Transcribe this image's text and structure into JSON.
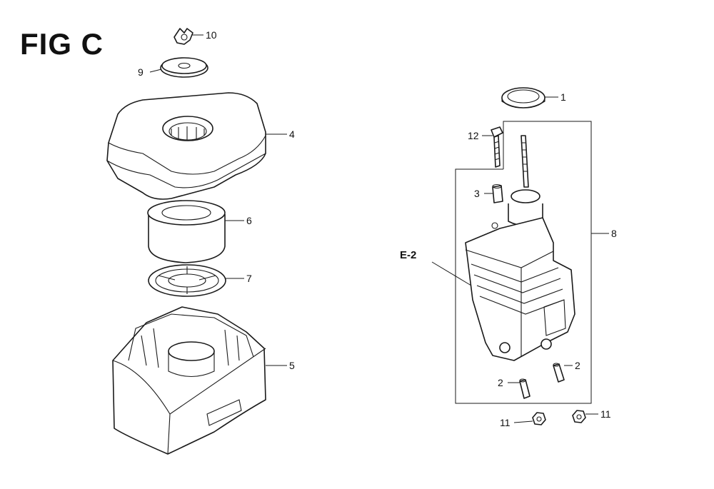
{
  "figure": {
    "title": "FIG C"
  },
  "callouts": {
    "p1": "1",
    "p2a": "2",
    "p2b": "2",
    "p3": "3",
    "p4": "4",
    "p5": "5",
    "p6": "6",
    "p7": "7",
    "p8": "8",
    "p9": "9",
    "p10": "10",
    "p11a": "11",
    "p11b": "11",
    "p12": "12"
  },
  "reference": {
    "e2": "E-2"
  }
}
